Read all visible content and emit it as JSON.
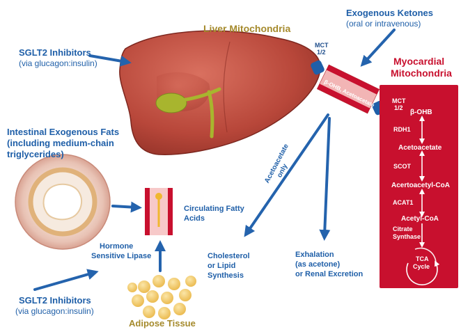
{
  "titles": {
    "liver": "Liver Mitochondria",
    "myocardial_line1": "Myocardial",
    "myocardial_line2": "Mitochondria",
    "adipose": "Adipose Tissue"
  },
  "inputs": {
    "sglt2_top": {
      "title": "SGLT2 Inhibitors",
      "note": "(via glucagon:insulin)"
    },
    "exogenous_ketones": {
      "title": "Exogenous Ketones",
      "note": "(oral or intravenous)"
    },
    "intestinal_fats": {
      "line1": "Intestinal Exogenous Fats",
      "line2": "(including medium-chain",
      "line3": "triglycerides)"
    },
    "sglt2_bottom": {
      "title": "SGLT2 Inhibitors",
      "note": "(via glucagon:insulin)"
    }
  },
  "labels": {
    "mct_left_1": "MCT",
    "mct_left_2": "1/2",
    "vessel_text": "β-OHB, Acetoacetate",
    "circulating_1": "Circulating Fatty",
    "circulating_2": "Acids",
    "hormone_1": "Hormone",
    "hormone_2": "Sensitive Lipase",
    "acetoacetate_only_1": "Acetoacetate",
    "acetoacetate_only_2": "only",
    "cholesterol_1": "Cholesterol",
    "cholesterol_2": "or Lipid",
    "cholesterol_3": "Synthesis",
    "exhalation_1": "Exhalation",
    "exhalation_2": "(as acetone)",
    "exhalation_3": "or Renal Excretion"
  },
  "myocardial_pathway": {
    "mct_1": "MCT",
    "mct_2": "1/2",
    "substrate": "β-OHB",
    "enzyme_1": "RDH1",
    "product_1": "Acetoacetate",
    "enzyme_2": "SCOT",
    "product_2": "Acertoacetyl-CoA",
    "enzyme_3": "ACAT1",
    "product_3": "Acetyl-CoA",
    "enzyme_4_line1": "Citrate",
    "enzyme_4_line2": "Synthase",
    "cycle_1": "TCA",
    "cycle_2": "Cycle"
  },
  "colors": {
    "arrow_blue": "#2463ad",
    "myocardial_red": "#c8102e",
    "liver": "#b8473a",
    "gallbladder": "#a8b52e",
    "adipocyte": "#f2c95c"
  }
}
